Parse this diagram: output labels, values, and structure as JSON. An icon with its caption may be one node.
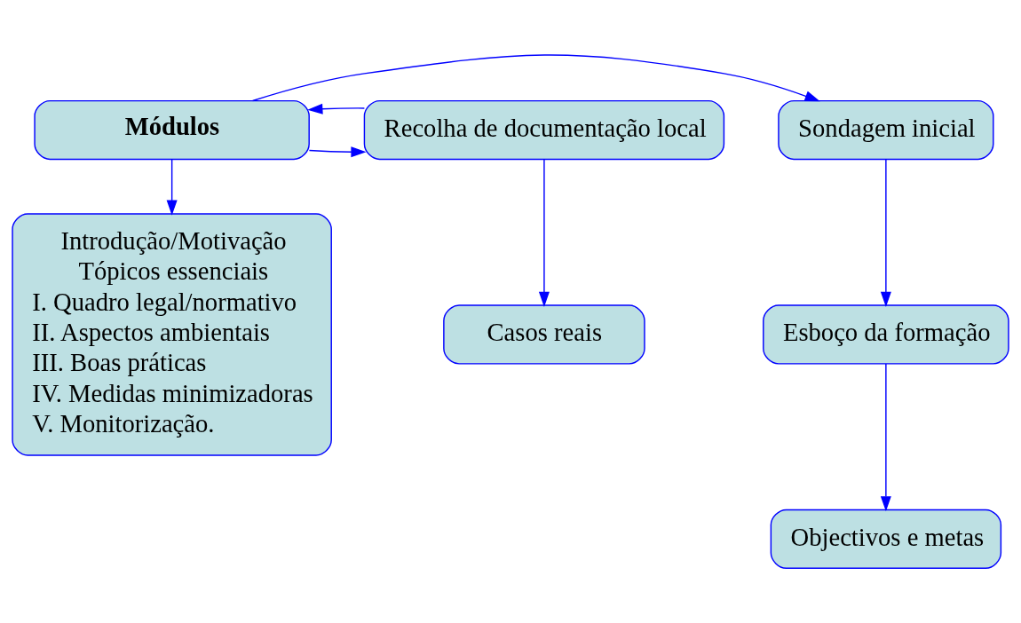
{
  "diagram": {
    "nodes": [
      {
        "text": [
          "Módulos"
        ]
      },
      {
        "text": [
          "Sondagem inicial"
        ]
      },
      {
        "text": [
          "Recolha de documentação local"
        ]
      },
      {
        "text": [
          "Esboço da formação"
        ]
      },
      {
        "text": [
          "Introdução/Motivação",
          "Tópicos essenciais",
          "I. Quadro legal/normativo",
          "II. Aspectos ambientais",
          "III. Boas práticas",
          "IV. Medidas minimizadoras",
          "V. Monitorização."
        ]
      },
      {
        "text": [
          "Casos reais"
        ]
      },
      {
        "text": [
          "Objectivos e metas"
        ]
      }
    ],
    "edges": [
      {
        "from": 0,
        "to": 1,
        "arrow": "to"
      },
      {
        "from": 0,
        "to": 2,
        "arrow": "to"
      },
      {
        "from": 2,
        "to": 0,
        "arrow": "to"
      },
      {
        "from": 1,
        "to": 3,
        "arrow": "to"
      },
      {
        "from": 0,
        "to": 4,
        "arrow": "to"
      },
      {
        "from": 2,
        "to": 5,
        "arrow": "to"
      },
      {
        "from": 3,
        "to": 6,
        "arrow": "to"
      }
    ]
  }
}
